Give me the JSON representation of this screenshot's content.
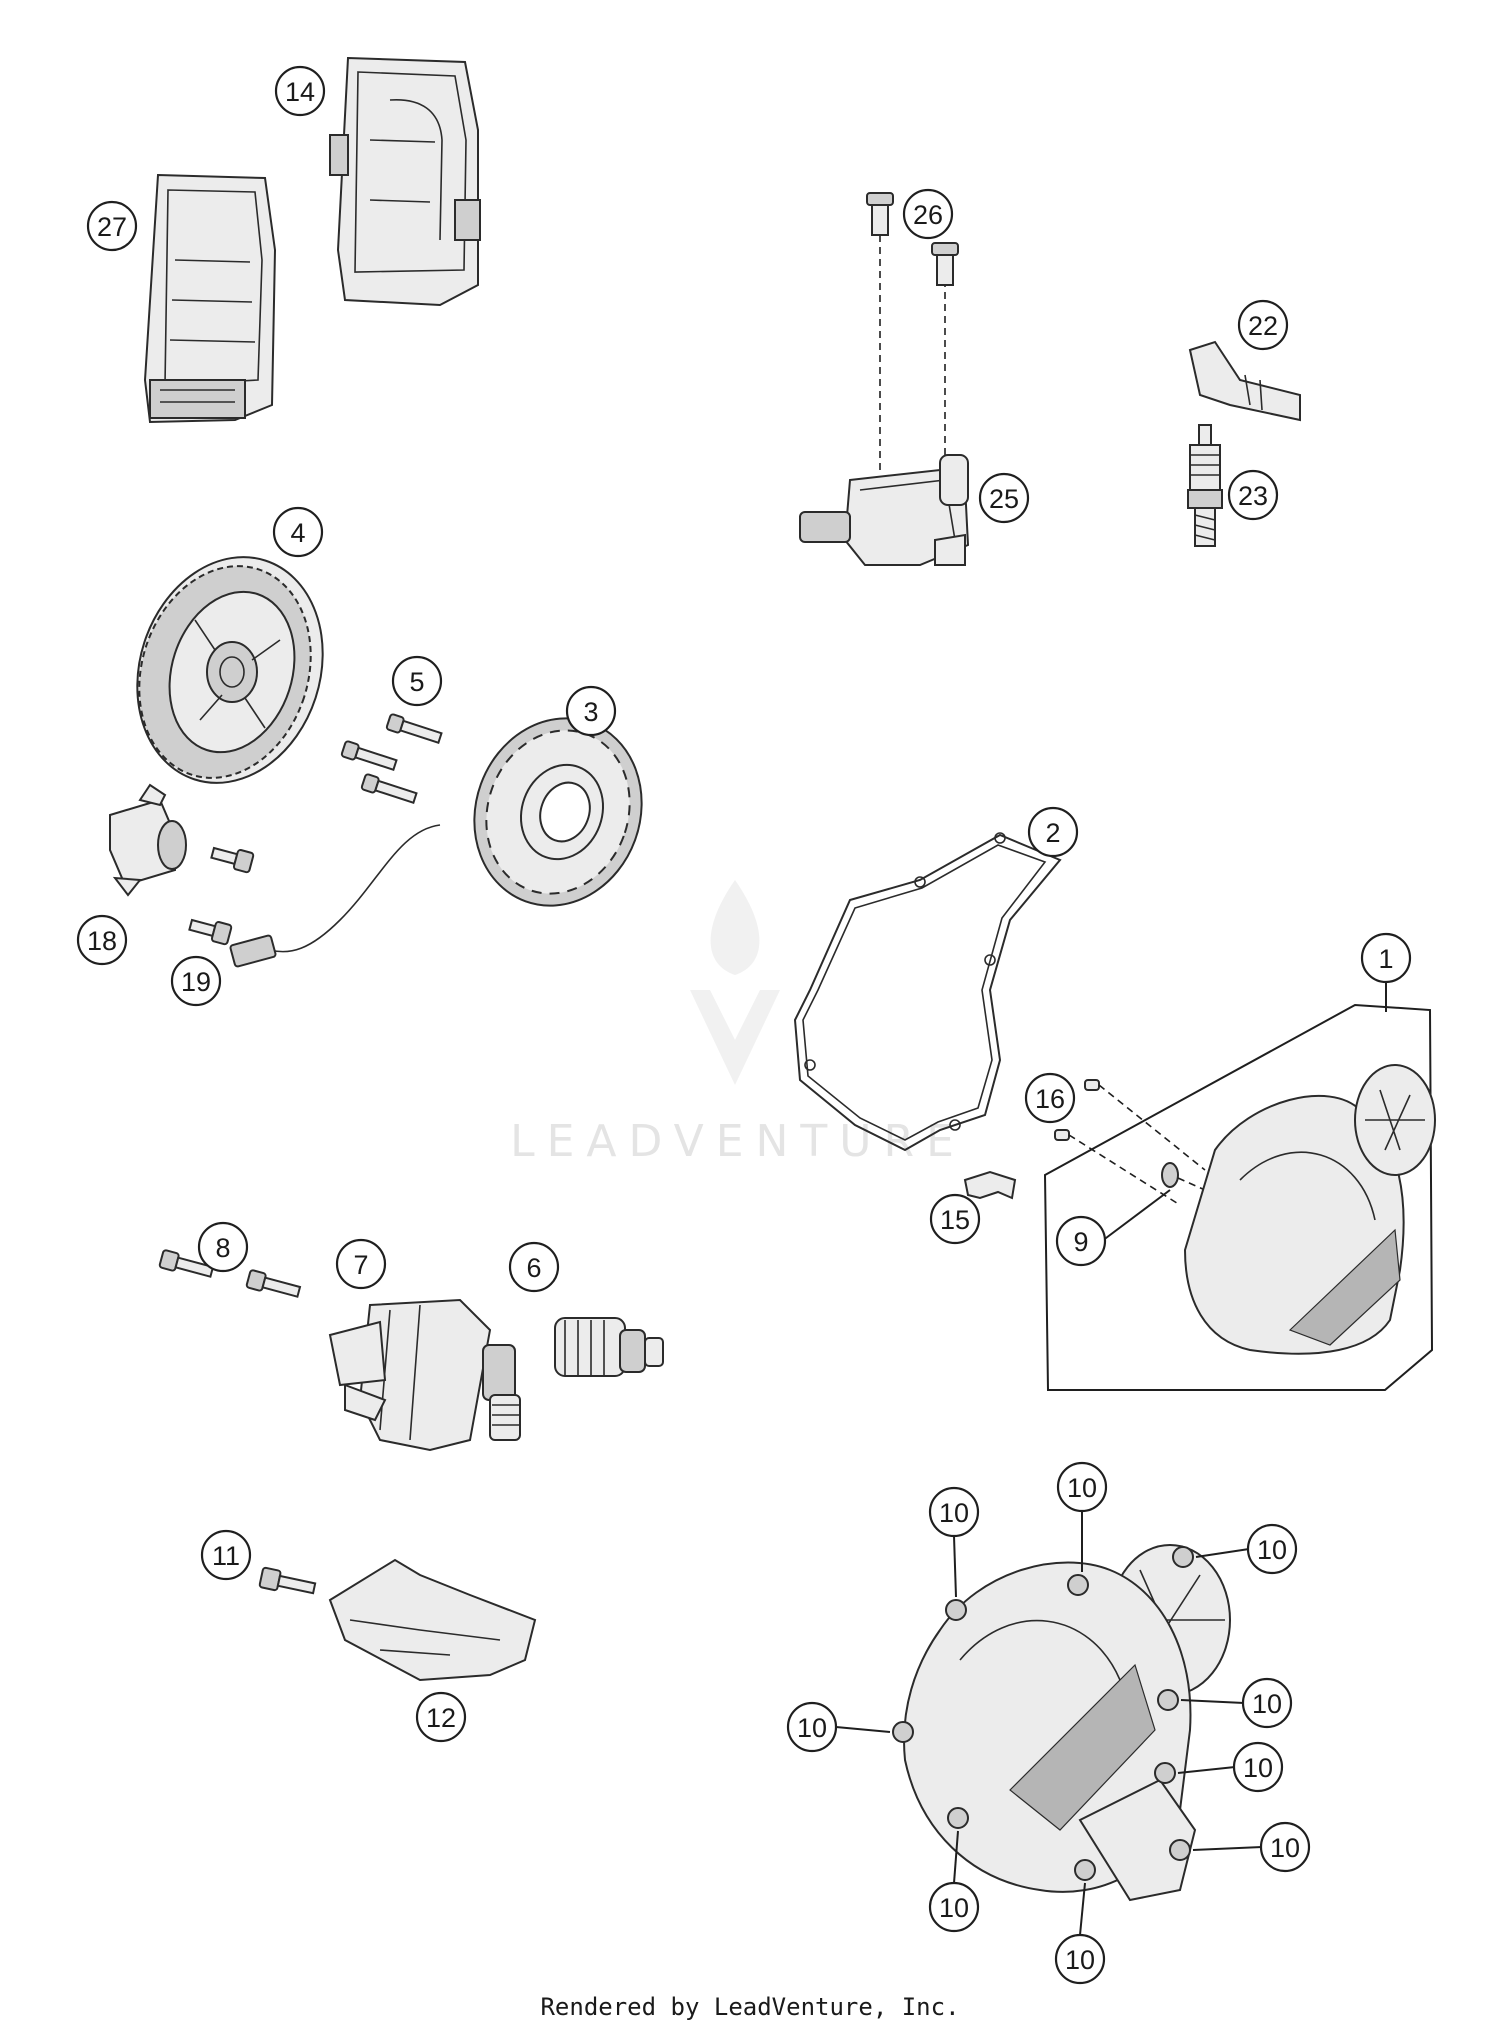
{
  "watermark": {
    "text": "LEADVENTURE"
  },
  "footer": {
    "text": "Rendered by LeadVenture, Inc."
  },
  "callouts": [
    {
      "label": "14"
    },
    {
      "label": "27"
    },
    {
      "label": "26"
    },
    {
      "label": "22"
    },
    {
      "label": "25"
    },
    {
      "label": "23"
    },
    {
      "label": "4"
    },
    {
      "label": "5"
    },
    {
      "label": "3"
    },
    {
      "label": "2"
    },
    {
      "label": "18"
    },
    {
      "label": "19"
    },
    {
      "label": "1"
    },
    {
      "label": "16"
    },
    {
      "label": "15"
    },
    {
      "label": "9"
    },
    {
      "label": "8"
    },
    {
      "label": "7"
    },
    {
      "label": "6"
    },
    {
      "label": "10"
    },
    {
      "label": "10"
    },
    {
      "label": "10"
    },
    {
      "label": "11"
    },
    {
      "label": "10"
    },
    {
      "label": "10"
    },
    {
      "label": "10"
    },
    {
      "label": "12"
    },
    {
      "label": "10"
    },
    {
      "label": "10"
    },
    {
      "label": "10"
    }
  ]
}
